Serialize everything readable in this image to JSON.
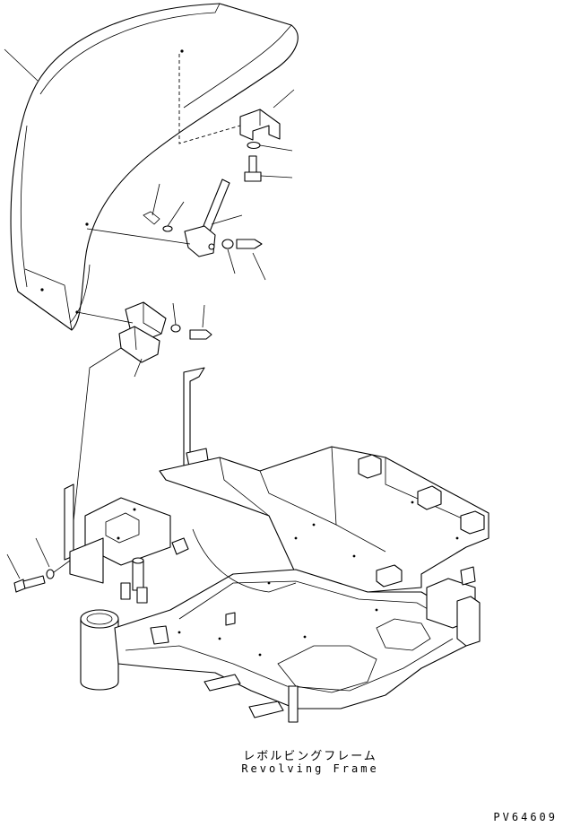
{
  "caption": {
    "japanese": "レボルビングフレーム",
    "english": "Revolving Frame"
  },
  "drawing_code": "PV64609"
}
